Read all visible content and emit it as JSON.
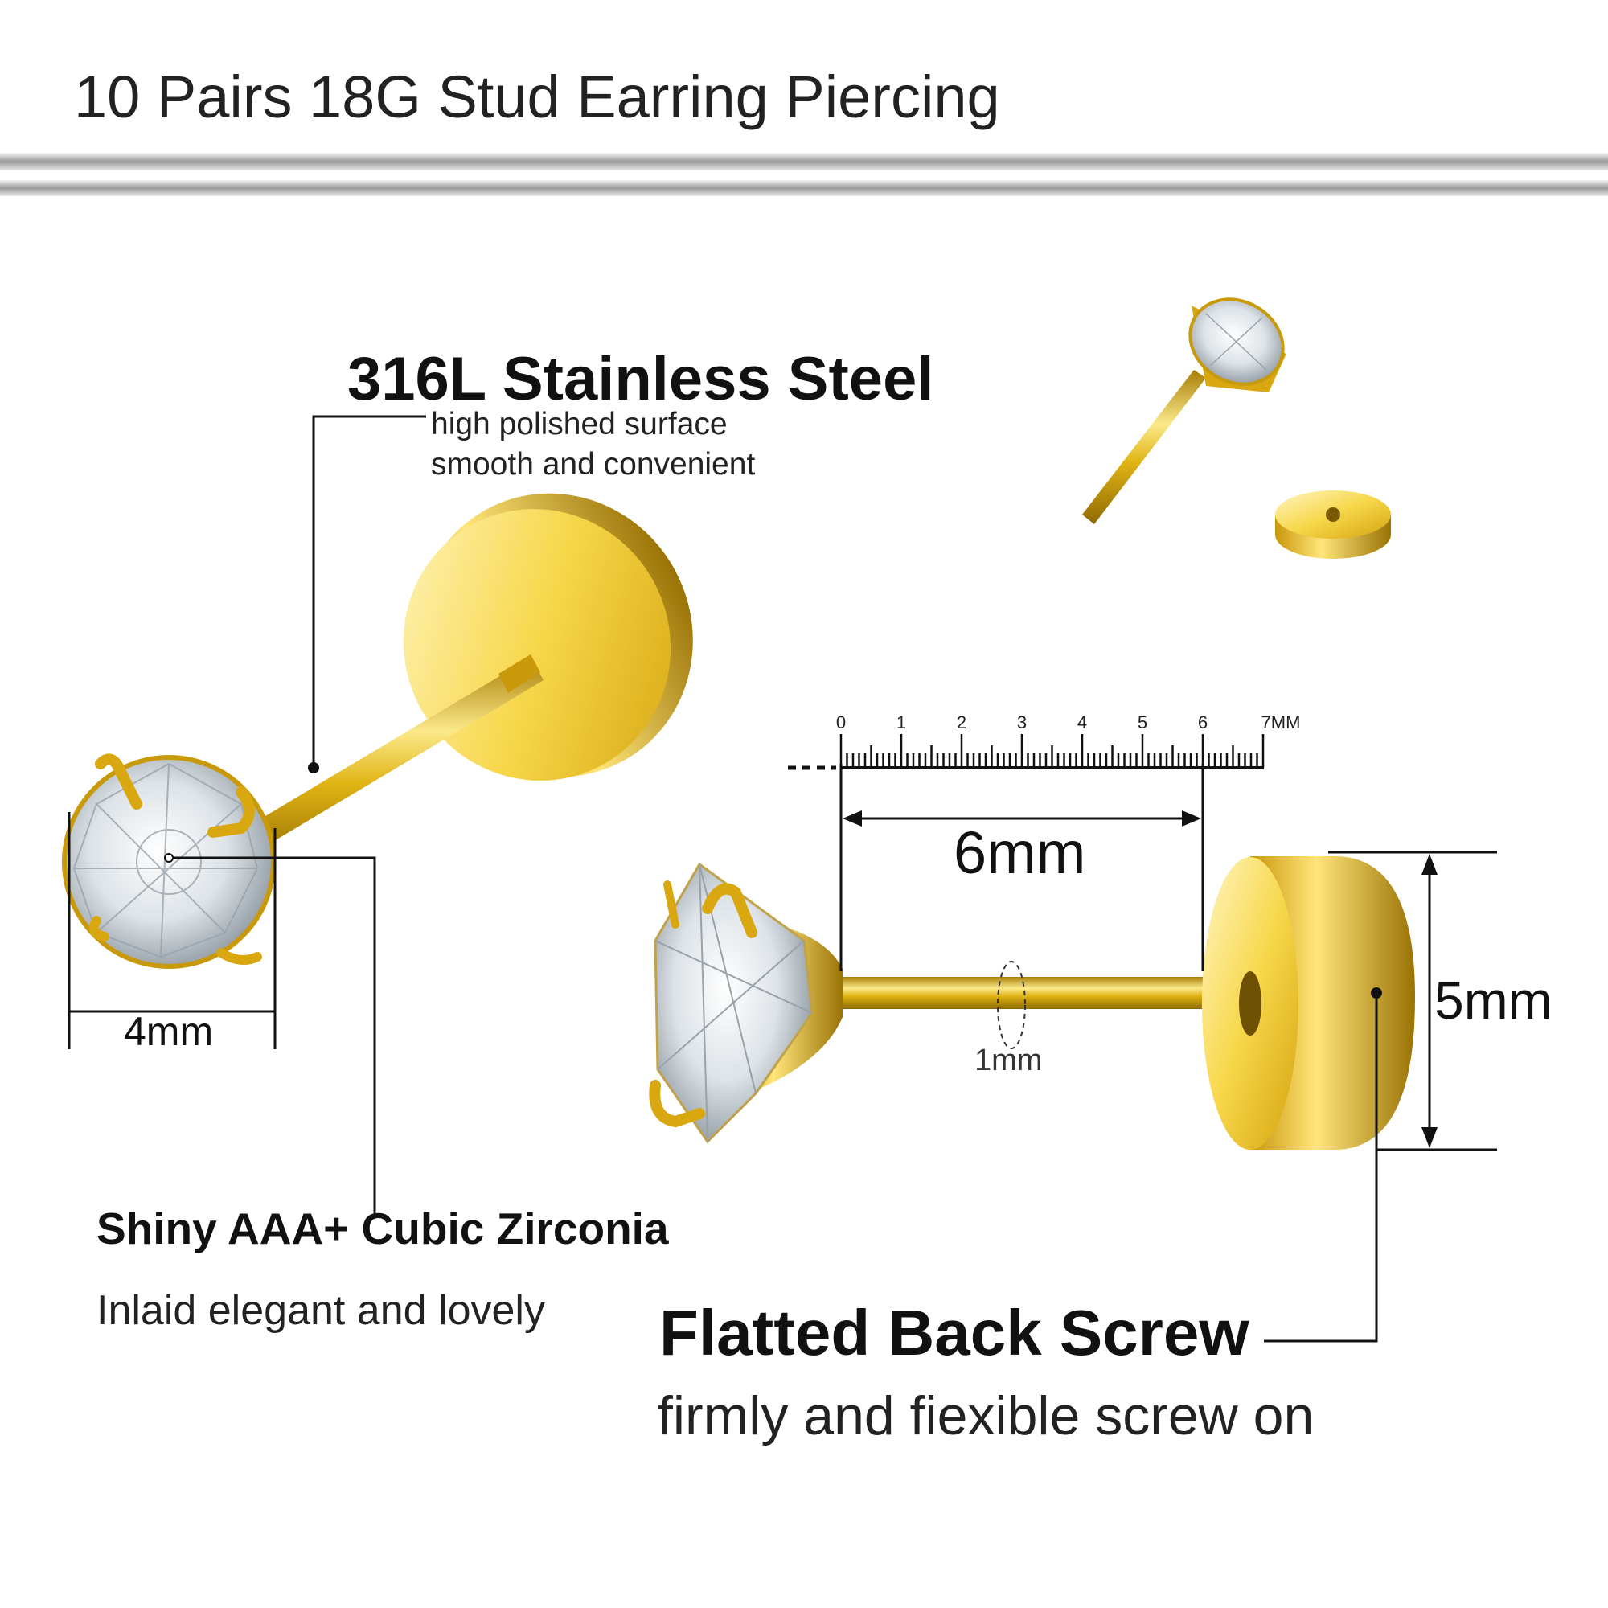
{
  "title": "10 Pairs 18G Stud Earring Piercing",
  "callouts": {
    "steel": {
      "heading": "316L Stainless Steel",
      "line1": "high polished surface",
      "line2": "smooth and convenient"
    },
    "zirconia": {
      "heading": "Shiny AAA+ Cubic Zirconia",
      "line1": "Inlaid elegant and lovely"
    },
    "back": {
      "heading": "Flatted Back Screw",
      "line1": "firmly and fiexible screw on"
    }
  },
  "dimensions": {
    "stone": "4mm",
    "length": "6mm",
    "gauge": "1mm",
    "back_diameter": "5mm"
  },
  "ruler": {
    "ticks": [
      "0",
      "1",
      "2",
      "3",
      "4",
      "5",
      "6",
      "7MM"
    ]
  },
  "colors": {
    "gold": "#e0b414",
    "gold_light": "#fbe98a",
    "gold_dark": "#a87d05",
    "line": "#111111"
  }
}
